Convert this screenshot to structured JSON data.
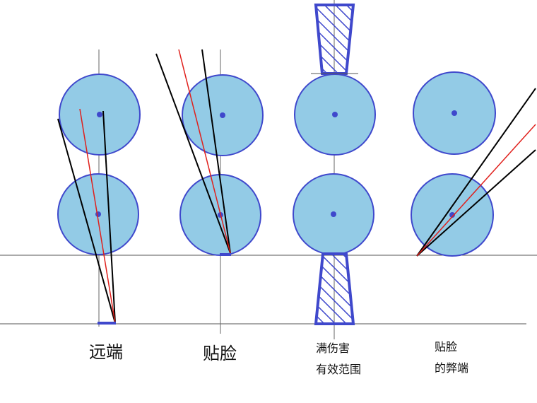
{
  "captions": {
    "far": "远端",
    "close": "贴脸",
    "full_damage_line1": "满伤害",
    "full_damage_line2": "有效范围",
    "close_drawback_line1": "贴脸",
    "close_drawback_line2": "的弊端"
  },
  "colors": {
    "circle_fill": "#93cbe6",
    "circle_stroke": "#3f48cc",
    "center_dot": "#3f48cc",
    "red_line": "#e0201c",
    "black_line": "#000000",
    "guide_line": "#555555",
    "hatch": "#3f48cc"
  }
}
